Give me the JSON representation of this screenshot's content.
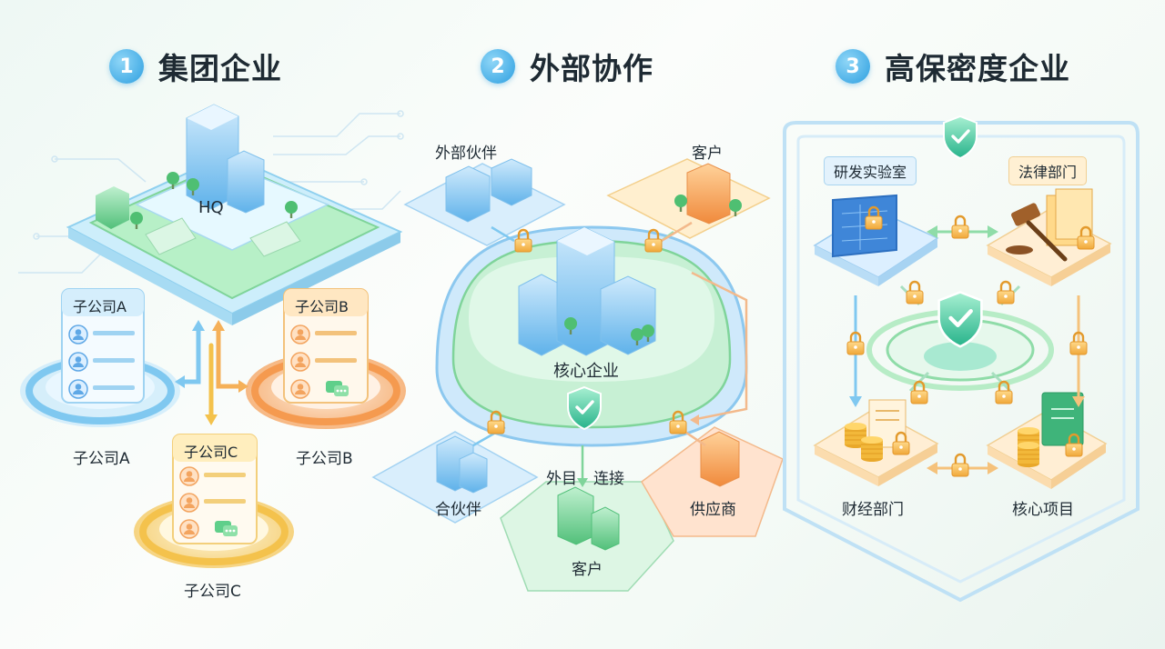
{
  "panels": [
    {
      "num": "1",
      "title": "集团企业"
    },
    {
      "num": "2",
      "title": "外部协作"
    },
    {
      "num": "3",
      "title": "高保密度企业"
    }
  ],
  "group": {
    "hq": "HQ",
    "sub_a_card": "子公司A",
    "sub_b_card": "子公司B",
    "sub_c_card": "子公司C",
    "sub_a_label": "子公司A",
    "sub_b_label": "子公司B",
    "sub_c_label": "子公司C"
  },
  "collab": {
    "core": "核心企业",
    "ext_partner": "外部伙伴",
    "customer_top": "客户",
    "partner": "合伙伴",
    "ext_connect_1": "外目",
    "ext_connect_2": "连接",
    "customer_bottom": "客户",
    "supplier": "供应商"
  },
  "secure": {
    "rnd_lab": "研发实验室",
    "legal": "法律部门",
    "finance": "财经部门",
    "core_project": "核心项目"
  },
  "colors": {
    "blue": "#2d9fe0",
    "green": "#6fd08c",
    "orange": "#f29b4a",
    "yellow": "#f4c24c"
  }
}
